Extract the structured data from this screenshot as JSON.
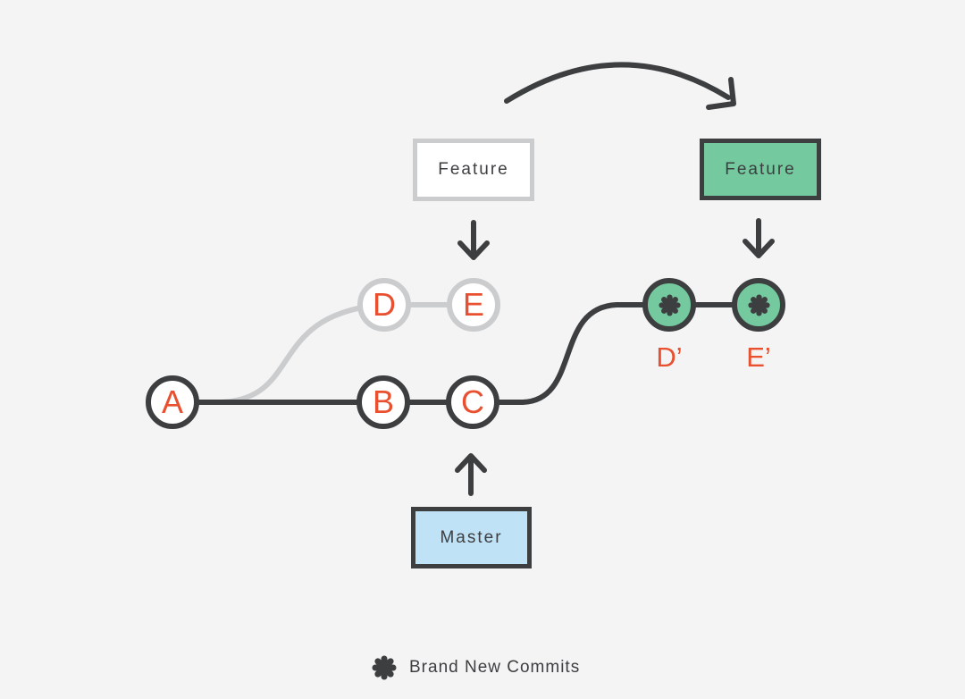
{
  "colors": {
    "background": "#f4f4f5",
    "dark": "#3d3e40",
    "light_gray": "#cbcccd",
    "green": "#74c99e",
    "blue": "#bfe2f7",
    "red": "#e8502f",
    "white": "#ffffff"
  },
  "boxes": {
    "feature_old": "Feature",
    "feature_new": "Feature",
    "master": "Master"
  },
  "commits": {
    "master": [
      "A",
      "B",
      "C"
    ],
    "feature_old": [
      "D",
      "E"
    ],
    "feature_new_labels": [
      "D’",
      "E’"
    ]
  },
  "icons": {
    "new_commit": "asterisk-flower",
    "rebase_arrow": "curved-arrow-right-down",
    "feature_pointer": "arrow-down",
    "master_pointer": "arrow-up"
  },
  "legend": {
    "label": "Brand New Commits"
  }
}
